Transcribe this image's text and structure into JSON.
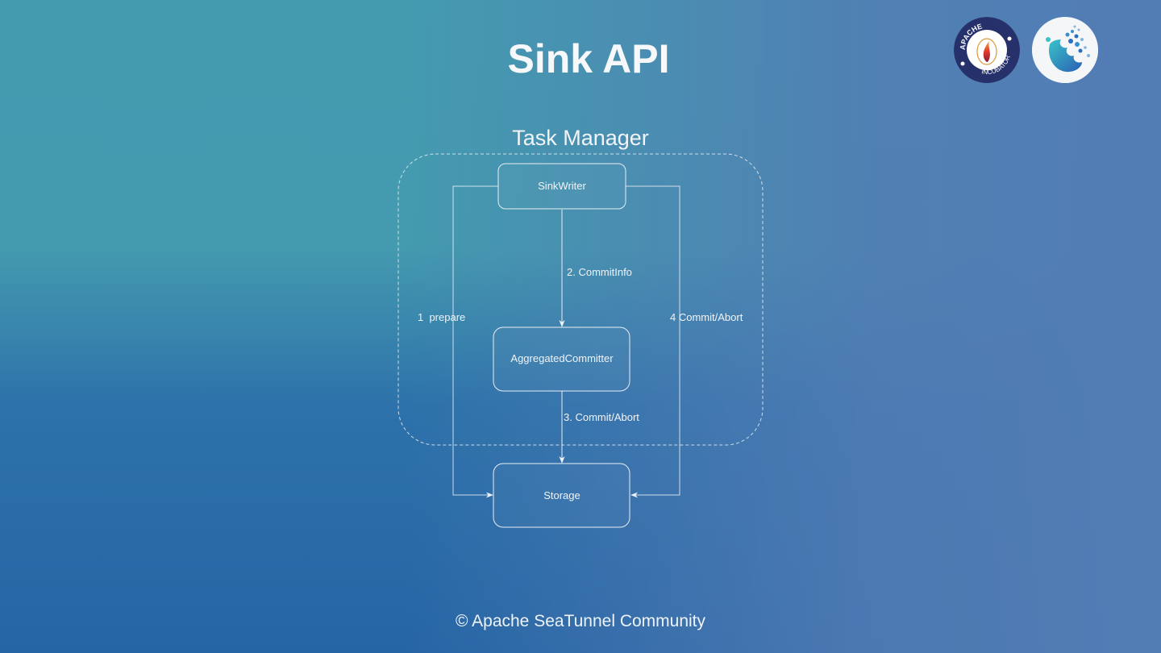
{
  "slide": {
    "title": "Sink API",
    "footer": "© Apache SeaTunnel Community"
  },
  "logos": [
    {
      "name": "apache-incubator-logo",
      "top_text": "APACHE",
      "bottom_text": "INCUBATOR"
    },
    {
      "name": "seatunnel-logo"
    }
  ],
  "diagram": {
    "group_label": "Task Manager",
    "nodes": {
      "sink_writer": "SinkWriter",
      "aggregated_committer": "AggregatedCommitter",
      "storage": "Storage"
    },
    "edges": {
      "prepare": "1  prepare",
      "commit_info": "2. CommitInfo",
      "commit_abort_3": "3. Commit/Abort",
      "commit_abort_4": "4 Commit/Abort"
    }
  },
  "colors": {
    "bg_top": "#449ab0",
    "bg_bottom_left": "#2665a5",
    "bg_right": "#527cb4",
    "line": "#e8eef4",
    "apache_ring": "#26306b"
  }
}
